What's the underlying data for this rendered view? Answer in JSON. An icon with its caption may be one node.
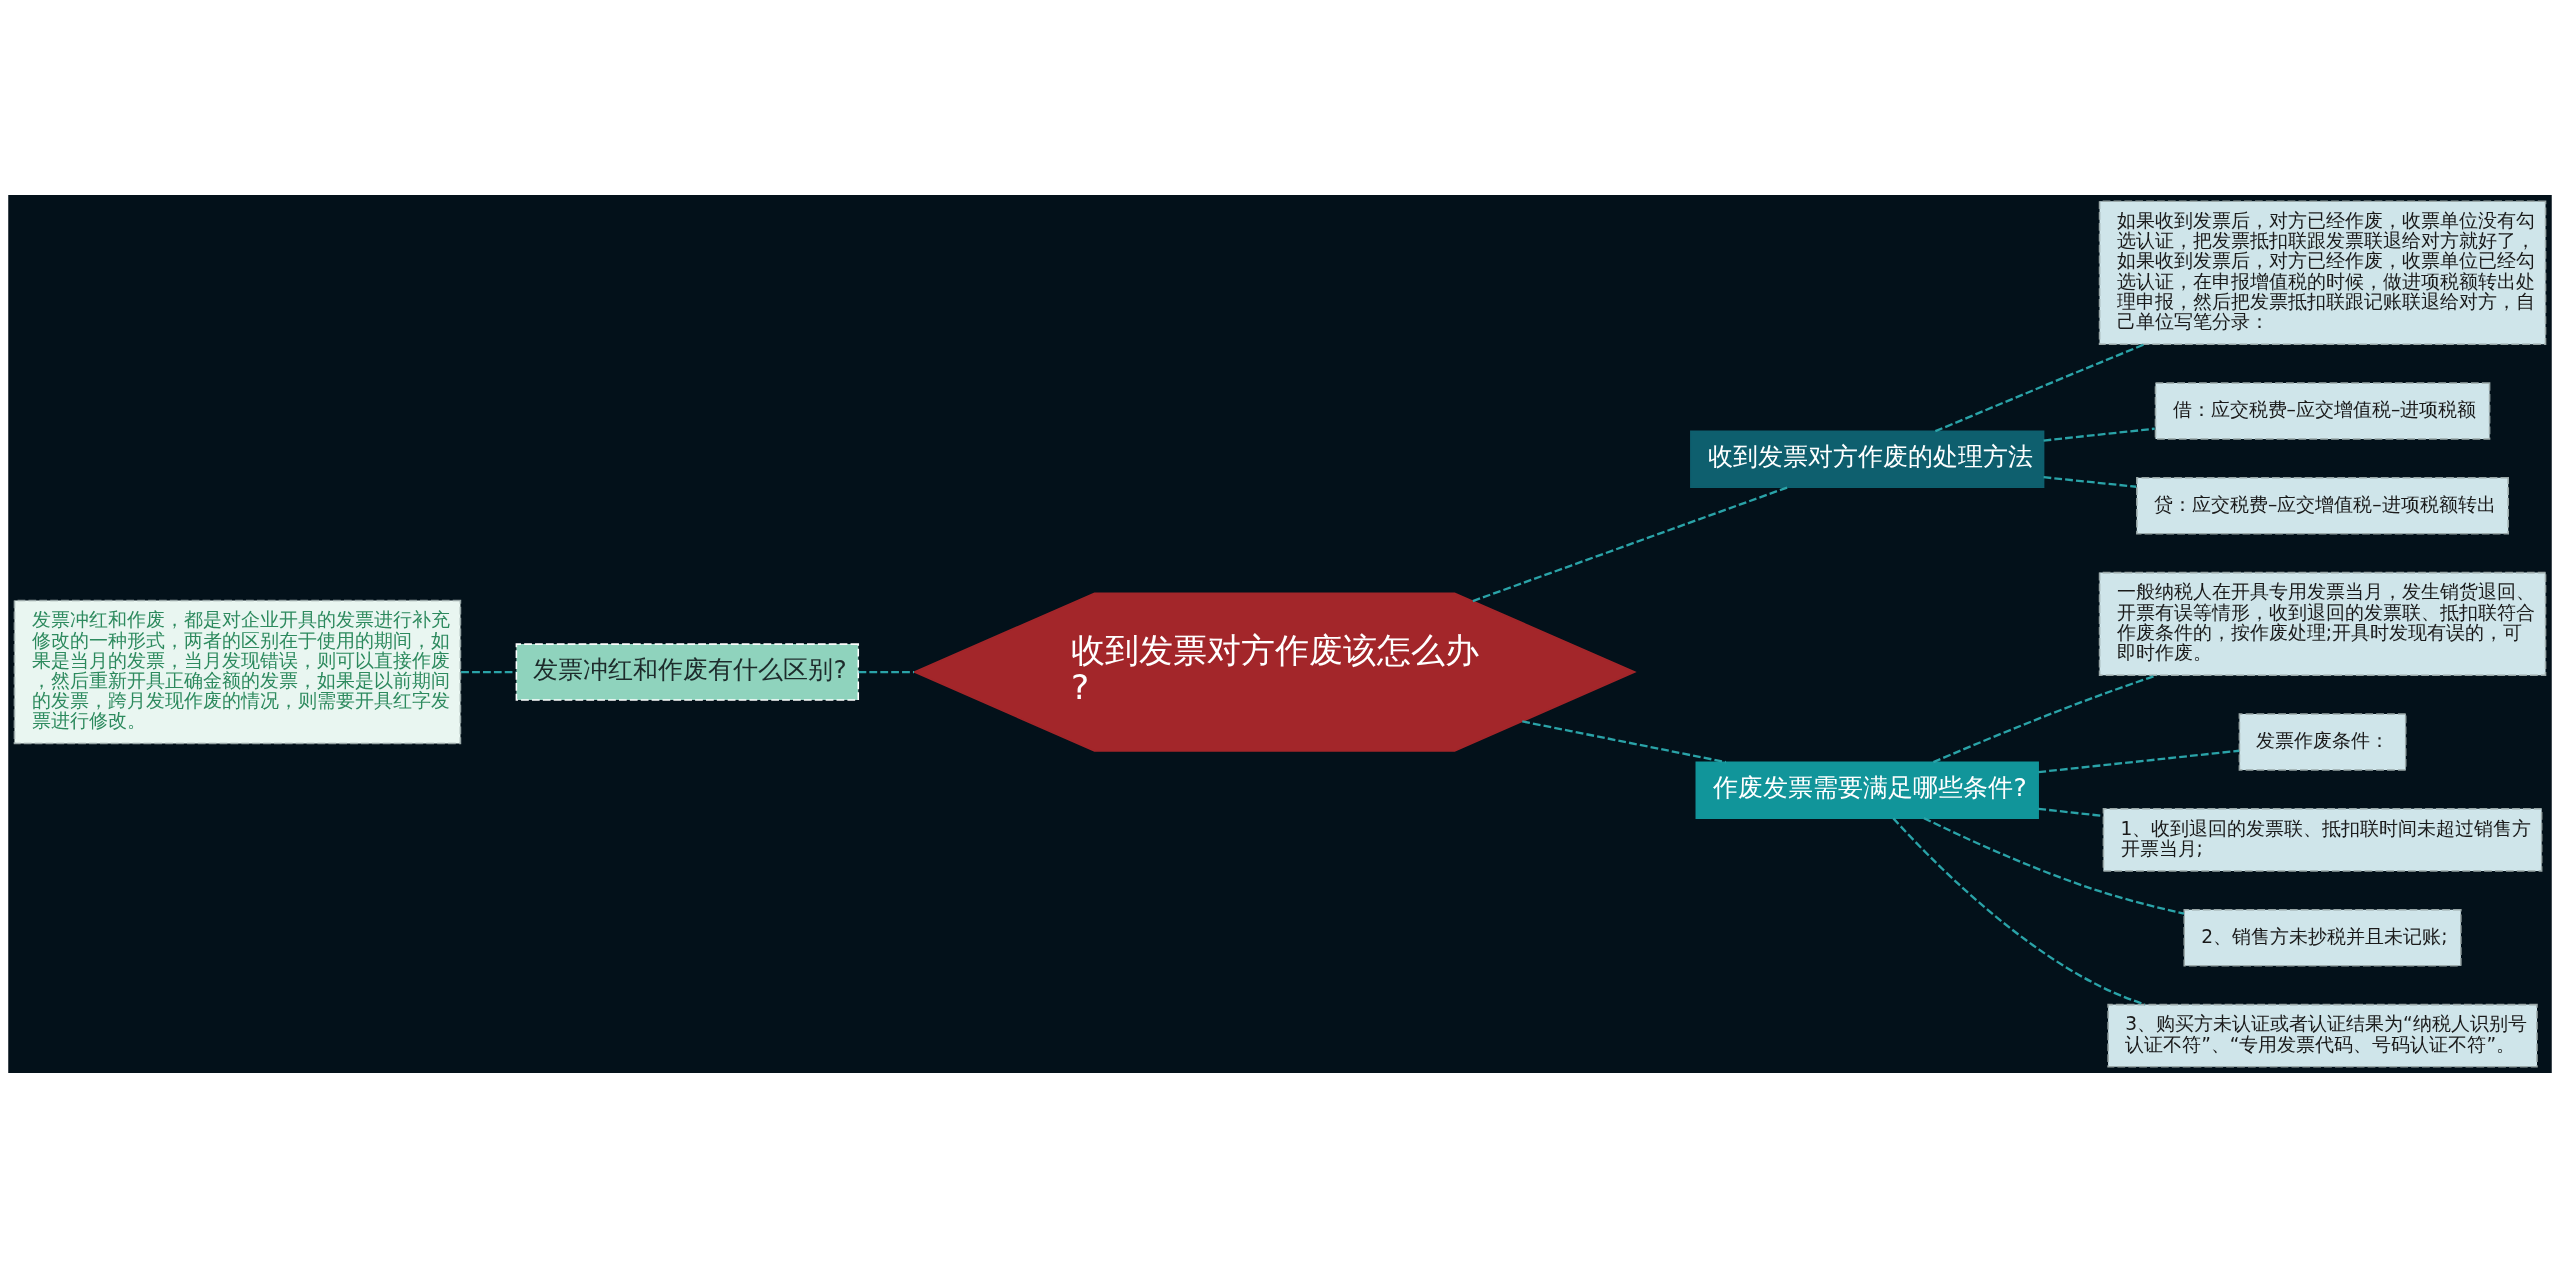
{
  "diagram": {
    "nodes": [
      {
        "text": [
          "收到发票对方作废该怎么办?"
        ]
      },
      {
        "text": [
          "发票冲红和作废有什么区别?"
        ]
      },
      {
        "text": [
          "发票冲红和作废，都是对企业开具的发票进行补充修改的一种形式，两者的区别在于使用的期间，如果是当月的发票，当月发现错误，则可以直接作废，然后重新开具正确金额的发票，如果是以前期间的发票，跨月发现作废的情况，则需要开具红字发票进行修改。"
        ]
      },
      {
        "text": [
          "收到发票对方作废的处理方法"
        ]
      },
      {
        "text": [
          "如果收到发票后，对方已经作废，收票单位没有勾选认证，把发票抵扣联跟发票联退给对方就好了，如果收到发票后，对方已经作废，收票单位已经勾选认证，在申报增值税的时候，做进项税额转出处理申报，然后把发票抵扣联跟记账联退给对方，自己单位写笔分录："
        ]
      },
      {
        "text": [
          "借：应交税费–应交增值税–进项税额"
        ]
      },
      {
        "text": [
          "贷：应交税费–应交增值税–进项税额转出"
        ]
      },
      {
        "text": [
          "作废发票需要满足哪些条件?"
        ]
      },
      {
        "text": [
          "一般纳税人在开具专用发票当月，发生销货退回、开票有误等情形，收到退回的发票联、抵扣联符合作废条件的，按作废处理;开具时发现有误的，可即时作废。"
        ]
      },
      {
        "text": [
          "发票作废条件："
        ]
      },
      {
        "text": [
          "1、收到退回的发票联、抵扣联时间未超过销售方开票当月;"
        ]
      },
      {
        "text": [
          "2、销售方未抄税并且未记账;"
        ]
      },
      {
        "text": [
          "3、购买方未认证或者认证结果为“纳税人识别号认证不符”、“专用发票代码、号码认证不符”。"
        ]
      }
    ],
    "edges": [
      {
        "from": 1,
        "to": 0,
        "arrow": "none",
        "style": "dashed"
      },
      {
        "from": 2,
        "to": 1,
        "arrow": "none",
        "style": "dashed"
      },
      {
        "from": 0,
        "to": 3,
        "arrow": "none",
        "style": "dashed"
      },
      {
        "from": 3,
        "to": 4,
        "arrow": "none",
        "style": "dashed"
      },
      {
        "from": 3,
        "to": 5,
        "arrow": "none",
        "style": "dashed"
      },
      {
        "from": 3,
        "to": 6,
        "arrow": "none",
        "style": "dashed"
      },
      {
        "from": 0,
        "to": 7,
        "arrow": "none",
        "style": "dashed"
      },
      {
        "from": 7,
        "to": 8,
        "arrow": "none",
        "style": "dashed"
      },
      {
        "from": 7,
        "to": 9,
        "arrow": "none",
        "style": "dashed"
      },
      {
        "from": 7,
        "to": 10,
        "arrow": "none",
        "style": "dashed"
      },
      {
        "from": 7,
        "to": 11,
        "arrow": "none",
        "style": "dashed"
      },
      {
        "from": 7,
        "to": 12,
        "arrow": "none",
        "style": "dashed"
      }
    ]
  }
}
